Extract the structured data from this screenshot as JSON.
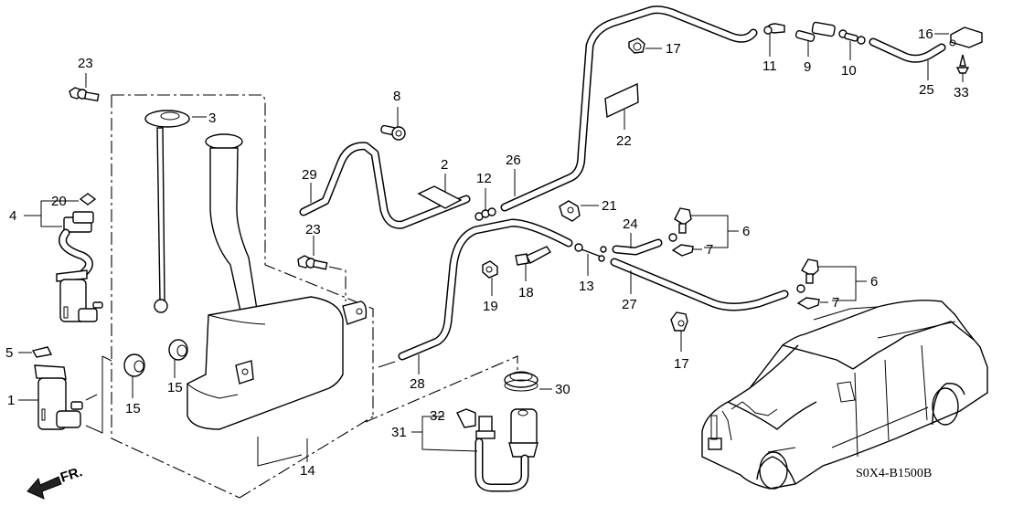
{
  "diagram": {
    "title": "Windshield Washer Parts Diagram",
    "code": "S0X4-B1500B",
    "direction_label": "FR.",
    "callouts": {
      "c1": "1",
      "c2": "2",
      "c3": "3",
      "c4": "4",
      "c5": "5",
      "c6a": "6",
      "c6b": "6",
      "c7a": "7",
      "c7b": "7",
      "c8": "8",
      "c9": "9",
      "c10": "10",
      "c11": "11",
      "c12": "12",
      "c13": "13",
      "c14": "14",
      "c15a": "15",
      "c15b": "15",
      "c16": "16",
      "c17a": "17",
      "c17b": "17",
      "c18": "18",
      "c19": "19",
      "c20": "20",
      "c21": "21",
      "c22": "22",
      "c23a": "23",
      "c23b": "23",
      "c24": "24",
      "c25": "25",
      "c26": "26",
      "c27": "27",
      "c28": "28",
      "c29": "29",
      "c30": "30",
      "c31": "31",
      "c32": "32",
      "c33": "33"
    },
    "parts": [
      {
        "ref": "1",
        "icon": "washer-motor-icon"
      },
      {
        "ref": "2",
        "icon": "pad-icon"
      },
      {
        "ref": "3",
        "icon": "reservoir-cap-dipstick-icon"
      },
      {
        "ref": "4",
        "icon": "washer-motor-assembly-icon"
      },
      {
        "ref": "5",
        "icon": "seal-icon"
      },
      {
        "ref": "6",
        "icon": "washer-nozzle-icon"
      },
      {
        "ref": "7",
        "icon": "nozzle-packing-icon"
      },
      {
        "ref": "8",
        "icon": "bolt-icon"
      },
      {
        "ref": "9",
        "icon": "check-valve-icon"
      },
      {
        "ref": "10",
        "icon": "joint-icon"
      },
      {
        "ref": "11",
        "icon": "elbow-joint-icon"
      },
      {
        "ref": "12",
        "icon": "joint-icon"
      },
      {
        "ref": "13",
        "icon": "three-way-joint-icon"
      },
      {
        "ref": "14",
        "icon": "washer-tank-icon"
      },
      {
        "ref": "15",
        "icon": "grommet-icon"
      },
      {
        "ref": "16",
        "icon": "rear-nozzle-icon"
      },
      {
        "ref": "17",
        "icon": "tube-clip-icon"
      },
      {
        "ref": "18",
        "icon": "tube-clip-icon"
      },
      {
        "ref": "19",
        "icon": "tube-clip-icon"
      },
      {
        "ref": "20",
        "icon": "connector-clip-icon"
      },
      {
        "ref": "21",
        "icon": "tube-clip-icon"
      },
      {
        "ref": "22",
        "icon": "pad-icon"
      },
      {
        "ref": "23",
        "icon": "flange-bolt-icon"
      },
      {
        "ref": "24",
        "icon": "tube-icon"
      },
      {
        "ref": "25",
        "icon": "tube-icon"
      },
      {
        "ref": "26",
        "icon": "tube-icon"
      },
      {
        "ref": "27",
        "icon": "tube-icon"
      },
      {
        "ref": "28",
        "icon": "tube-icon"
      },
      {
        "ref": "29",
        "icon": "tube-icon"
      },
      {
        "ref": "30",
        "icon": "level-switch-grommet-icon"
      },
      {
        "ref": "31",
        "icon": "level-switch-icon"
      },
      {
        "ref": "32",
        "icon": "connector-clip-icon"
      },
      {
        "ref": "33",
        "icon": "screw-icon"
      }
    ]
  }
}
